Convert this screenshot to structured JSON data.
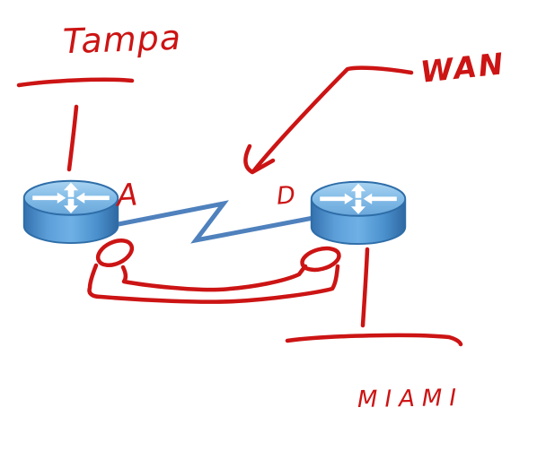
{
  "meta": {
    "description": "Hand-annotated whiteboard network diagram of two routers connected over a WAN",
    "background": "#ffffff"
  },
  "colors": {
    "ink_red": "#cc1414",
    "link_blue": "#4f81bd",
    "router_body_blue": "#4a96d2",
    "router_top_blue": "#8fc3ea",
    "router_outline": "#2e6da8"
  },
  "sites": {
    "tampa": {
      "label": "Tampa"
    },
    "miami": {
      "label": "MIAMI"
    }
  },
  "wan_link": {
    "label": "WAN",
    "endpoint_left": "A",
    "endpoint_right": "D",
    "style": "blue zigzag serial line between two routers"
  },
  "icons": {
    "left_device": "router-icon",
    "right_device": "router-icon",
    "pointer": "arrow-icon",
    "cable": "cable-tube-sketch"
  }
}
